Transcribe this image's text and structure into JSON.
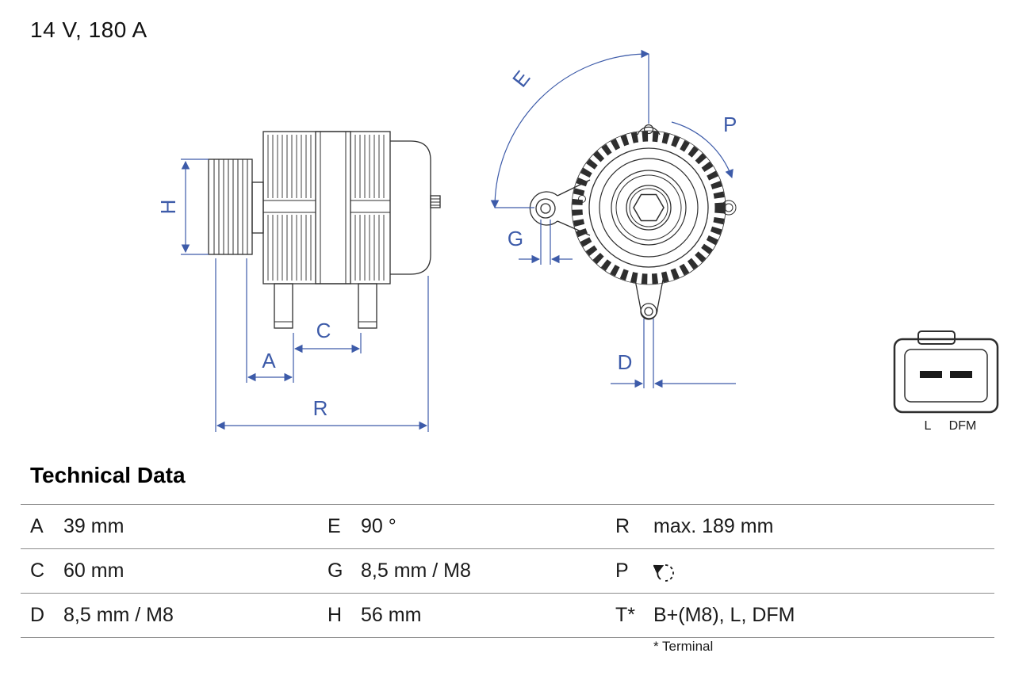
{
  "colors": {
    "accent_blue": "#3D5BA9",
    "drawing_line": "#2E2E2E",
    "table_border": "#8C8C8C"
  },
  "header": {
    "title": "14 V, 180 A"
  },
  "diagram": {
    "dim_labels": {
      "H": "H",
      "A": "A",
      "C": "C",
      "R": "R",
      "E": "E",
      "G": "G",
      "P": "P",
      "D": "D"
    },
    "connector": {
      "pin_left": "L",
      "pin_right": "DFM"
    },
    "rotation_icon": "clockwise-rotation"
  },
  "technical_data": {
    "title": "Technical Data",
    "rows": [
      {
        "cells": [
          {
            "key": "A",
            "value": "39 mm"
          },
          {
            "key": "E",
            "value": "90 °"
          },
          {
            "key": "R",
            "value": "max. 189 mm"
          }
        ]
      },
      {
        "cells": [
          {
            "key": "C",
            "value": "60 mm"
          },
          {
            "key": "G",
            "value": "8,5 mm / M8"
          },
          {
            "key": "P",
            "value": "",
            "icon": "rotation-direction"
          }
        ]
      },
      {
        "cells": [
          {
            "key": "D",
            "value": "8,5 mm / M8"
          },
          {
            "key": "H",
            "value": "56 mm"
          },
          {
            "key": "T*",
            "value": "B+(M8), L, DFM"
          }
        ]
      }
    ],
    "footnote": "* Terminal"
  }
}
